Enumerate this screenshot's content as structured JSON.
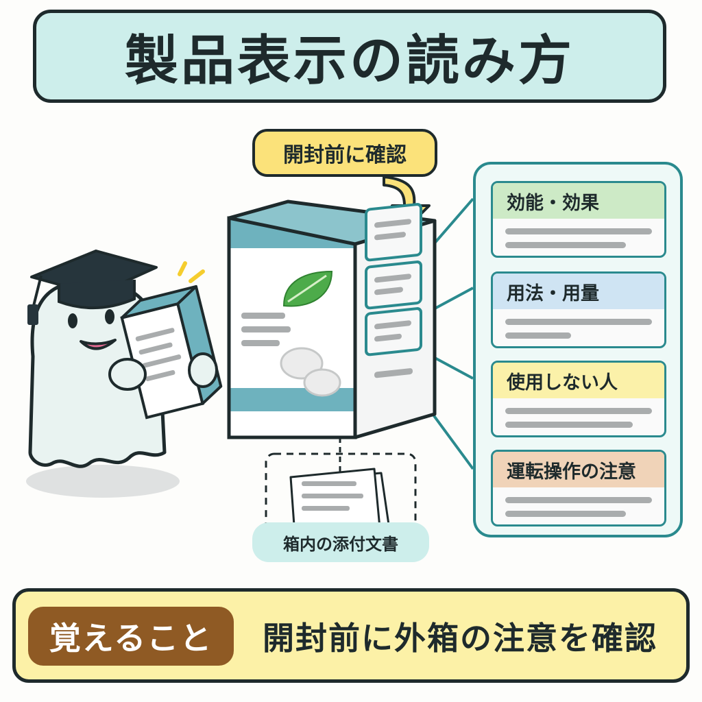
{
  "title": "製品表示の読み方",
  "callout": "開封前に確認",
  "cards": [
    {
      "label": "効能・効果",
      "color": "#cdeac6"
    },
    {
      "label": "用法・用量",
      "color": "#cfe4f3"
    },
    {
      "label": "使用しない人",
      "color": "#fbf1a9"
    },
    {
      "label": "運転操作の注意",
      "color": "#f0d3b8"
    }
  ],
  "document_label": "箱内の添付文書",
  "bottom": {
    "badge": "覚えること",
    "message": "開封前に外箱の注意を確認"
  },
  "colors": {
    "teal": "#2a8a8e",
    "box_band": "#6eb2be",
    "outline": "#1e2a2c"
  }
}
